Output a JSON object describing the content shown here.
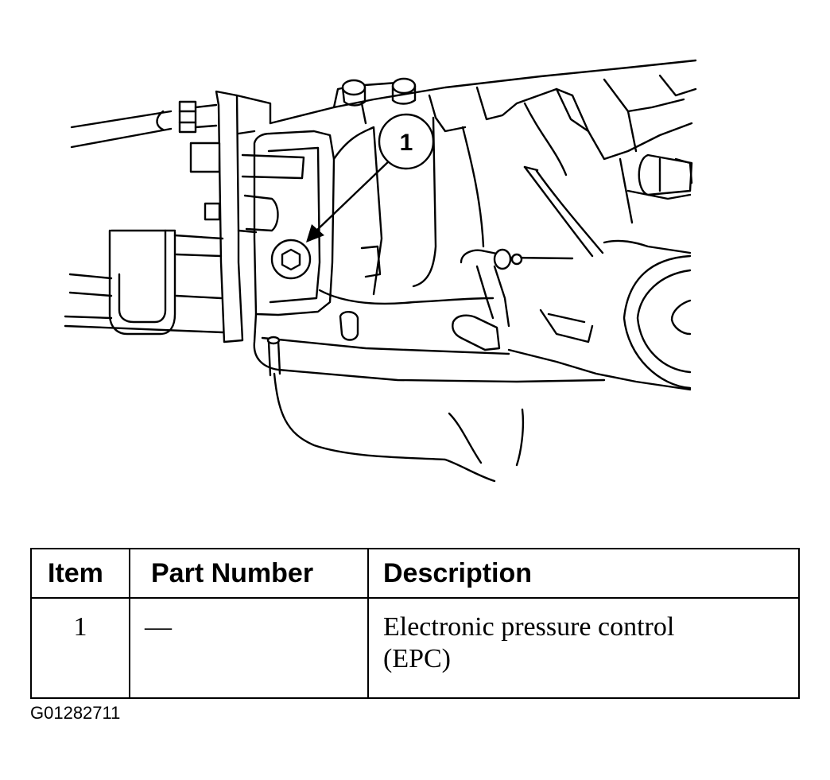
{
  "figure": {
    "callout": "1",
    "figure_id": "G01282711"
  },
  "table": {
    "headers": {
      "item": "Item",
      "part_number": "Part Number",
      "description": "Description"
    },
    "rows": [
      {
        "item": "1",
        "part_number": "—",
        "description_line1": "Electronic pressure control",
        "description_line2": "(EPC)"
      }
    ]
  }
}
